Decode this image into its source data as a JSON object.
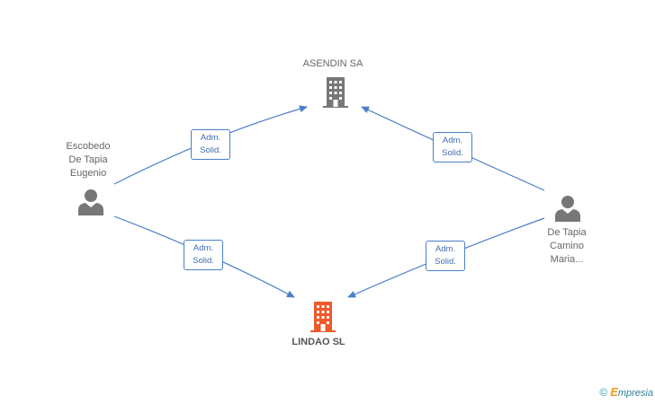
{
  "nodes": {
    "asendin": {
      "label": "ASENDIN SA",
      "kind": "company",
      "color": "#777777"
    },
    "lindao": {
      "label": "LINDAO SL",
      "kind": "company",
      "color": "#ee5a2a"
    },
    "escobedo": {
      "label": "Escobedo\nDe Tapia\nEugenio",
      "kind": "person",
      "color": "#777777"
    },
    "detapia": {
      "label": "De Tapia\nCamino\nMaria...",
      "kind": "person",
      "color": "#777777"
    }
  },
  "edges": [
    {
      "from": "escobedo",
      "to": "asendin",
      "label": "Adm.\nSolid."
    },
    {
      "from": "detapia",
      "to": "asendin",
      "label": "Adm.\nSolid."
    },
    {
      "from": "escobedo",
      "to": "lindao",
      "label": "Adm.\nSolid."
    },
    {
      "from": "detapia",
      "to": "lindao",
      "label": "Adm.\nSolid."
    }
  ],
  "colors": {
    "edge": "#4a7fc9",
    "text": "#666666"
  },
  "footer": {
    "copyright": "©",
    "brand_initial": "E",
    "brand_rest": "mpresia"
  }
}
